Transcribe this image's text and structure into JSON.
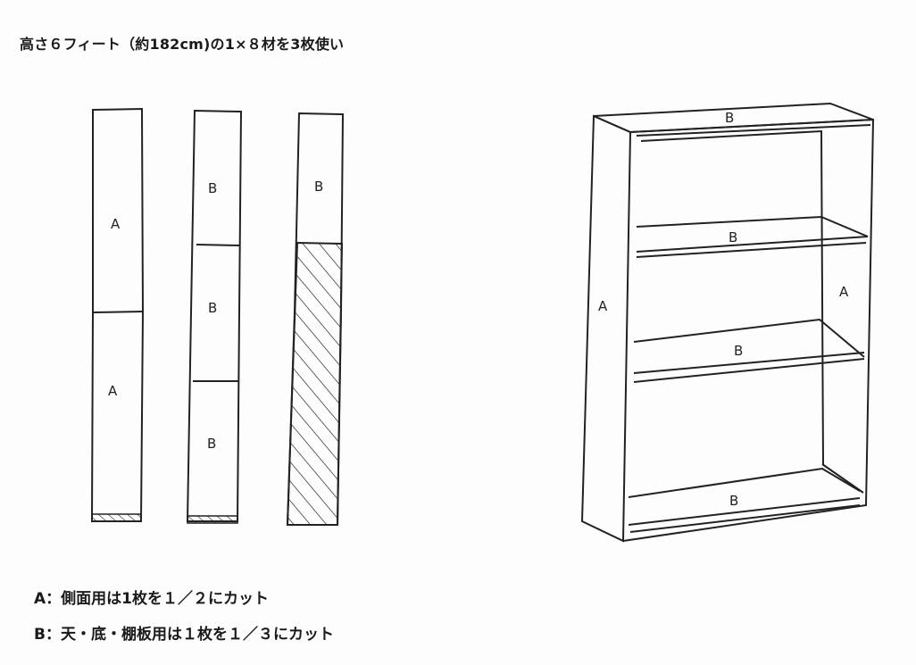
{
  "title": "高さ６フィート（約182cm)の1×８材を3枚使い",
  "legend": {
    "a": "A：側面用は1枚を１／２にカット",
    "b": "B：天・底・棚板用は１枚を１／３にカット"
  },
  "boards": [
    {
      "id": "board-1",
      "pieces": [
        "A",
        "A"
      ],
      "note": "cut in half"
    },
    {
      "id": "board-2",
      "pieces": [
        "B",
        "B",
        "B"
      ],
      "note": "cut in thirds"
    },
    {
      "id": "board-3",
      "pieces": [
        "B"
      ],
      "note": "one third used, remainder hatched (waste)"
    }
  ],
  "bookshelf": {
    "labels": {
      "top": "B",
      "shelf1": "B",
      "shelf2": "B",
      "bottom": "B",
      "side_left": "A",
      "side_right": "A"
    }
  },
  "colors": {
    "line": "#222222",
    "background": "#fdfdfd"
  }
}
